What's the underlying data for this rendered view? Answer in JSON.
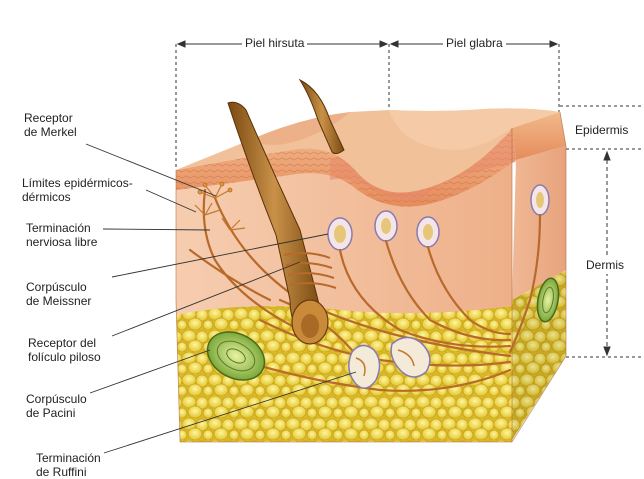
{
  "regions": {
    "hairy_skin": "Piel hirsuta",
    "glabrous_skin": "Piel glabra"
  },
  "layers": {
    "epidermis": "Epidermis",
    "dermis": "Dermis"
  },
  "receptors": [
    {
      "line1": "Receptor",
      "line2": "de Merkel"
    },
    {
      "line1": "Límites epidérmicos-",
      "line2": "dérmicos"
    },
    {
      "line1": "Terminación",
      "line2": "nerviosa libre"
    },
    {
      "line1": "Corpúsculo",
      "line2": "de Meissner"
    },
    {
      "line1": "Receptor del",
      "line2": "folículo piloso"
    },
    {
      "line1": "Corpúsculo",
      "line2": "de Pacini"
    },
    {
      "line1": "Terminación",
      "line2": "de Ruffini"
    }
  ],
  "colors": {
    "epidermis": "#e9a06f",
    "dermis": "#f3c19c",
    "fat": "#e6d33a",
    "hair": "#9a6a1e",
    "nerve": "#b86a2a"
  }
}
